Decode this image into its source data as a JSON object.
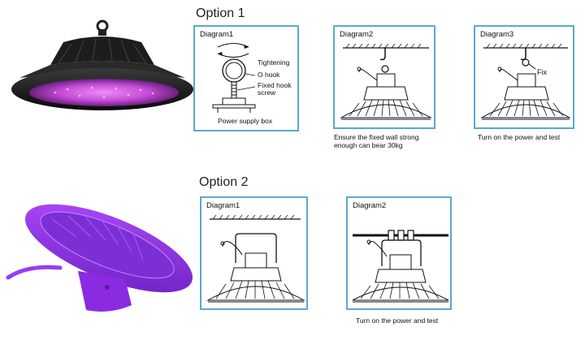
{
  "option1": {
    "title": "Option 1",
    "diagram1": {
      "title": "Diagram1",
      "labels": {
        "tightening": "Tightening",
        "o_hook": "O hook",
        "fixed_hook_screw": "Fixed hook screw",
        "power_supply_box": "Power supply box"
      }
    },
    "diagram2": {
      "title": "Diagram2",
      "caption": "Ensure the fixed wall strong enough can bear 30kg"
    },
    "diagram3": {
      "title": "Diagram3",
      "fix_label": "Fix",
      "caption": "Turn on the power and test"
    }
  },
  "option2": {
    "title": "Option 2",
    "diagram1": {
      "title": "Diagram1"
    },
    "diagram2": {
      "title": "Diagram2",
      "caption": "Turn on the power and test"
    }
  },
  "colors": {
    "panel_border": "#5aa9cf",
    "lamp_body": "#1a1a1a",
    "led_glow": "#c34bd6",
    "purple_lamp": "#8a2be2"
  }
}
